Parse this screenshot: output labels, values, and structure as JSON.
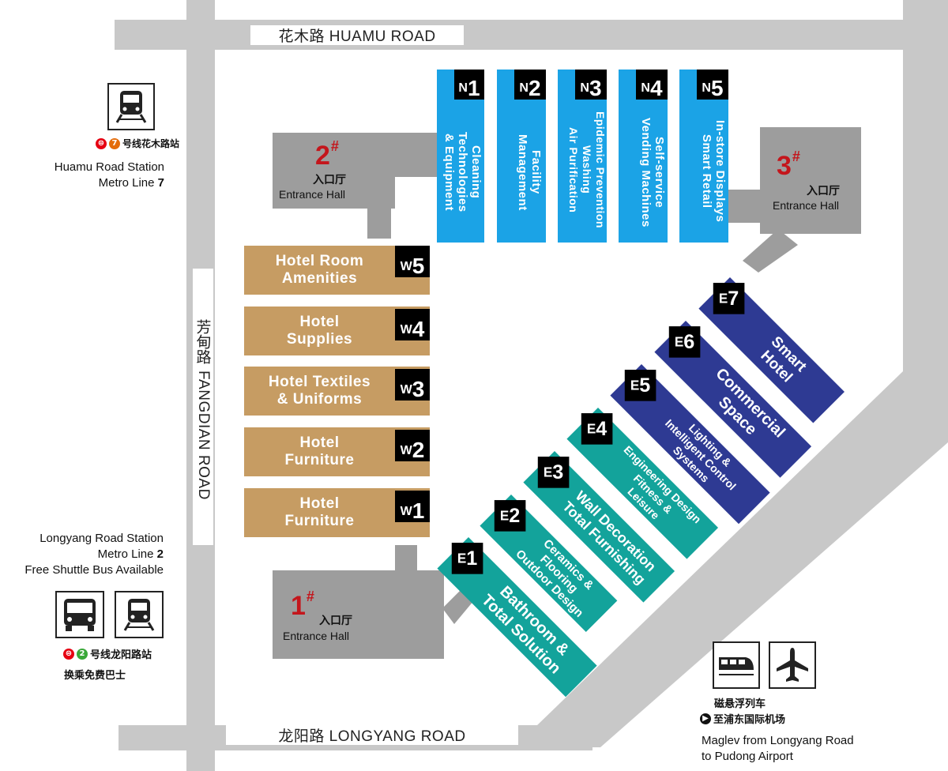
{
  "roads": {
    "huamu": "花木路  HUAMU ROAD",
    "longyang": "龙阳路  LONGYANG ROAD",
    "fangdian_cn": "芳甸路",
    "fangdian_en": "FANGDIAN ROAD"
  },
  "entrance_halls": [
    {
      "num": "1",
      "mark": "#",
      "cn": "入口厅",
      "en": "Entrance Hall"
    },
    {
      "num": "2",
      "mark": "#",
      "cn": "入口厅",
      "en": "Entrance Hall"
    },
    {
      "num": "3",
      "mark": "#",
      "cn": "入口厅",
      "en": "Entrance Hall"
    }
  ],
  "n_halls": [
    {
      "prefix": "N",
      "num": "1",
      "label": "Cleaning\nTechnologies\n& Equipment"
    },
    {
      "prefix": "N",
      "num": "2",
      "label": "Facility\nManagement"
    },
    {
      "prefix": "N",
      "num": "3",
      "label": "Epidemic Prevention\nWashing\nAir Purification"
    },
    {
      "prefix": "N",
      "num": "4",
      "label": "Self-service\nVending Machines"
    },
    {
      "prefix": "N",
      "num": "5",
      "label": "In-store Displays\nSmart Retail"
    }
  ],
  "w_halls": [
    {
      "prefix": "W",
      "num": "5",
      "label": "Hotel Room\nAmenities"
    },
    {
      "prefix": "W",
      "num": "4",
      "label": "Hotel\nSupplies"
    },
    {
      "prefix": "W",
      "num": "3",
      "label": "Hotel Textiles\n& Uniforms"
    },
    {
      "prefix": "W",
      "num": "2",
      "label": "Hotel\nFurniture"
    },
    {
      "prefix": "W",
      "num": "1",
      "label": "Hotel\nFurniture"
    }
  ],
  "e_halls": [
    {
      "prefix": "E",
      "num": "1",
      "label": "Bathroom &\nTotal Solution"
    },
    {
      "prefix": "E",
      "num": "2",
      "label": "Ceramics &\nFlooring\nOutdoor Design"
    },
    {
      "prefix": "E",
      "num": "3",
      "label": "Wall Decoration\nTotal Furnishing"
    },
    {
      "prefix": "E",
      "num": "4",
      "label": "Engineering Design\nFitness &\nLeisure"
    },
    {
      "prefix": "E",
      "num": "5",
      "label": "Lighting &\nIntelligent Control\nSystems"
    },
    {
      "prefix": "E",
      "num": "6",
      "label": "Commercial\nSpace"
    },
    {
      "prefix": "E",
      "num": "7",
      "label": "Smart\nHotel"
    }
  ],
  "transport": {
    "huamu_station": {
      "badge_num": "7",
      "badge_cn": "号线花木路站",
      "line1": "Huamu Road Station",
      "line2_pre": "Metro Line ",
      "line2_num": "7"
    },
    "longyang_station": {
      "line1": "Longyang Road Station",
      "line2_pre": "Metro Line ",
      "line2_num": "2",
      "line3": "Free Shuttle Bus Available",
      "badge_num": "2",
      "badge_cn": "号线龙阳路站",
      "cn_shuttle": "换乘免费巴士"
    },
    "maglev": {
      "cn1": "磁悬浮列车",
      "cn2": "至浦东国际机场",
      "en1": "Maglev from Longyang Road",
      "en2": "to Pudong Airport"
    }
  },
  "colors": {
    "n_halls": "#1ba3e6",
    "w_halls": "#c69c63",
    "e_teal": "#13a39b",
    "e_navy": "#2e3a93",
    "hall_number": "#c4161c",
    "road": "#c8c8c8",
    "entrance": "#9d9d9d",
    "metro_red": "#e60012",
    "line7": "#e46c0a",
    "line2": "#3aa839"
  },
  "icons": [
    "metro-train-icon",
    "bus-icon",
    "maglev-train-icon",
    "airplane-icon",
    "metro-logo-icon",
    "play-arrow-icon"
  ]
}
